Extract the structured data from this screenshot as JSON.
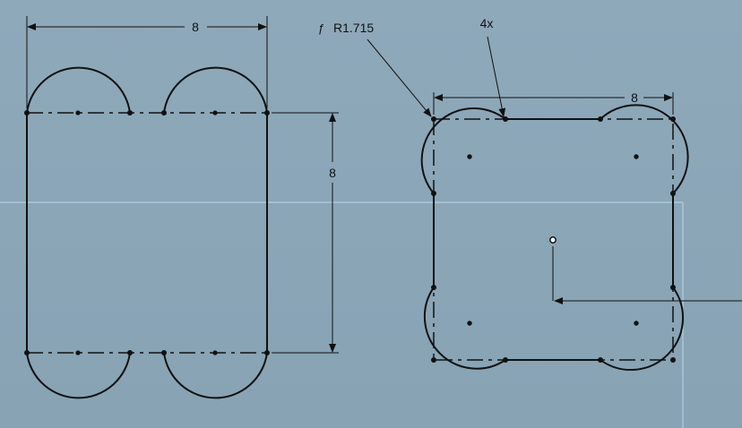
{
  "drawing": {
    "left_sketch": {
      "top_dimension": "8",
      "right_dimension": "8"
    },
    "right_sketch": {
      "top_dimension": "8",
      "radius_label": "R1.715",
      "radius_prefix": "ƒ",
      "count_label": "4x"
    }
  },
  "colors": {
    "background": "#8ba6b7",
    "geometry": "#111111",
    "selection_line": "#b9d9f0"
  },
  "icons": {
    "radius_marker": "radius-icon"
  }
}
